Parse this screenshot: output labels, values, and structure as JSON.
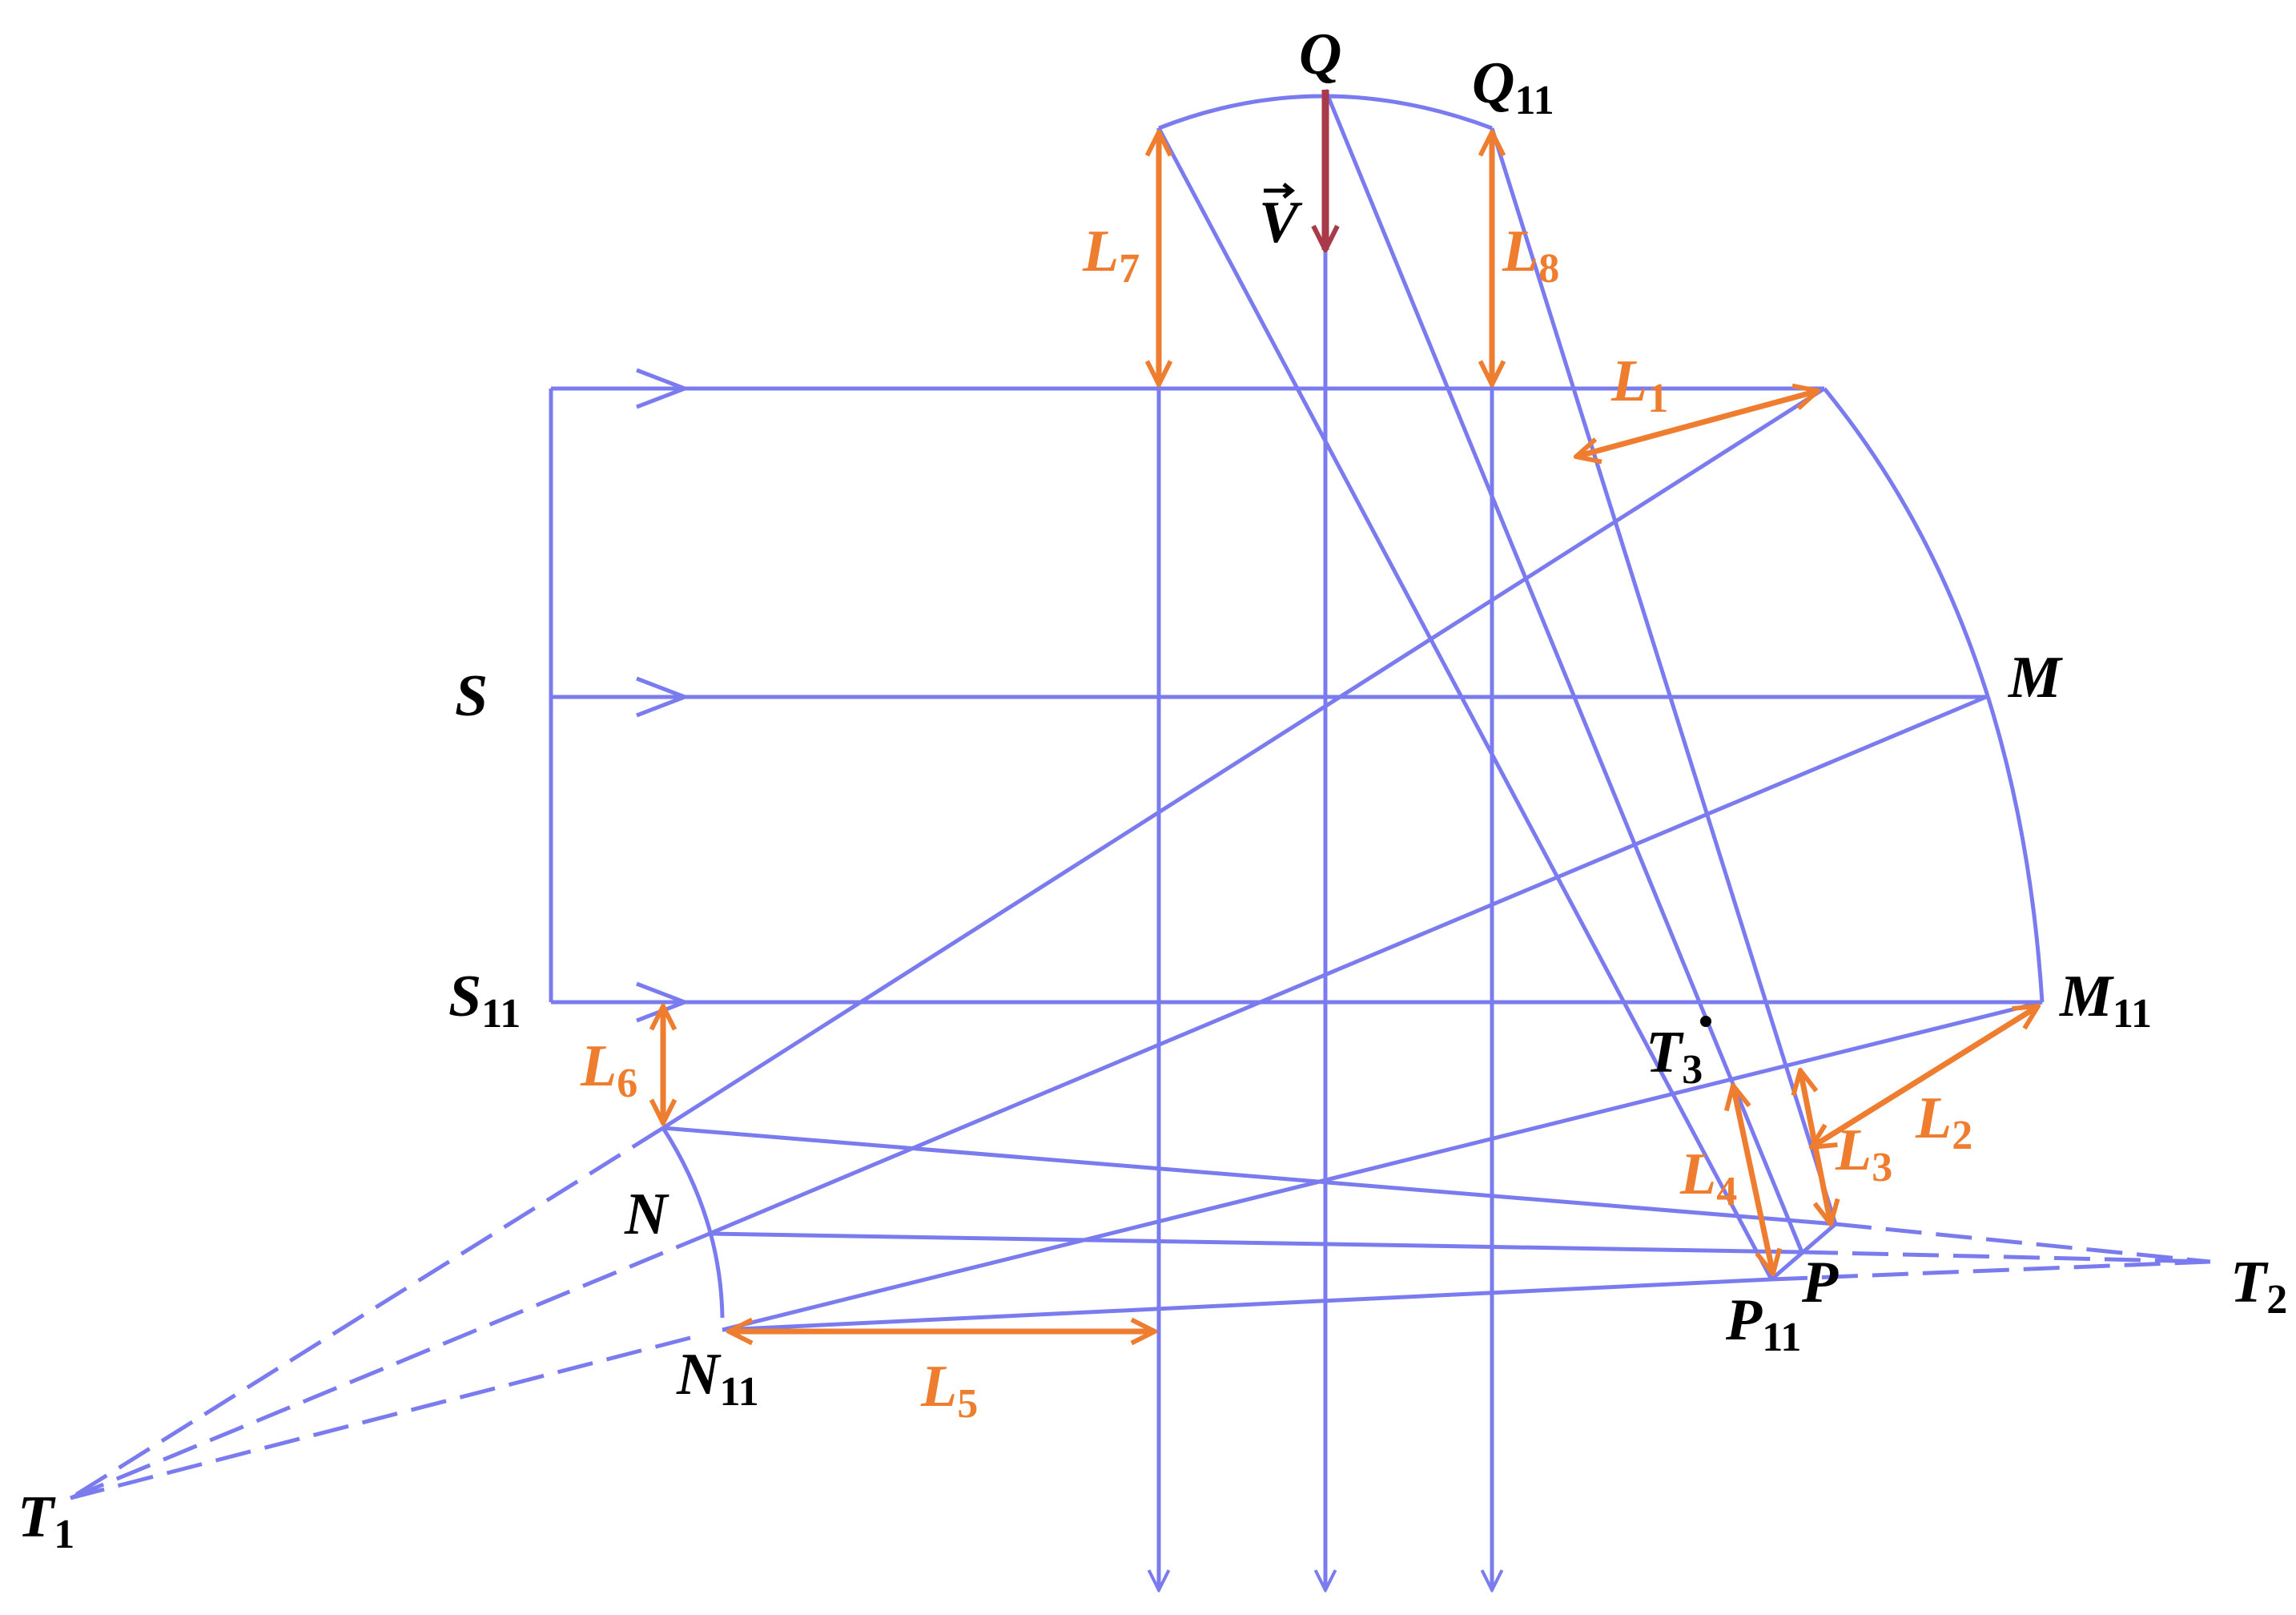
{
  "colors": {
    "ray": "#7b7bf0",
    "dimension": "#ee7d2f",
    "velocity": "#a83a4a",
    "label": "#000000"
  },
  "labels": {
    "Q": {
      "base": "Q",
      "sub": ""
    },
    "Q11": {
      "base": "Q",
      "sub": "11"
    },
    "V": {
      "base": "V",
      "sub": ""
    },
    "S": {
      "base": "S",
      "sub": ""
    },
    "S11": {
      "base": "S",
      "sub": "11"
    },
    "M": {
      "base": "M",
      "sub": ""
    },
    "M11": {
      "base": "M",
      "sub": "11"
    },
    "N": {
      "base": "N",
      "sub": ""
    },
    "N11": {
      "base": "N",
      "sub": "11"
    },
    "P": {
      "base": "P",
      "sub": ""
    },
    "P11": {
      "base": "P",
      "sub": "11"
    },
    "T1": {
      "base": "T",
      "sub": "1"
    },
    "T2": {
      "base": "T",
      "sub": "2"
    },
    "T3": {
      "base": "T",
      "sub": "3"
    }
  },
  "dimensions": {
    "L1": {
      "base": "L",
      "sub": "1"
    },
    "L2": {
      "base": "L",
      "sub": "2"
    },
    "L3": {
      "base": "L",
      "sub": "3"
    },
    "L4": {
      "base": "L",
      "sub": "4"
    },
    "L5": {
      "base": "L",
      "sub": "5"
    },
    "L6": {
      "base": "L",
      "sub": "6"
    },
    "L7": {
      "base": "L",
      "sub": "7"
    },
    "L8": {
      "base": "L",
      "sub": "8"
    }
  }
}
